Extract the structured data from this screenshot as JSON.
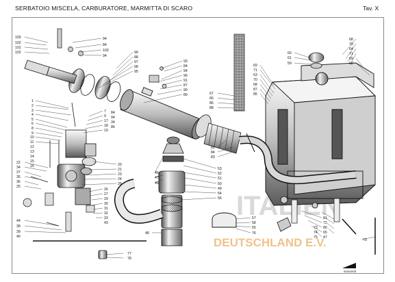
{
  "header": {
    "title": "SERBATOIO MISCELA, CARBURATORE, MARMITTA DI SCARO",
    "plate": "Tav. X"
  },
  "watermark": {
    "line1": "ITALIEN",
    "line2": "DEUTSCHLAND E.V."
  },
  "maker_mark": "innocenti",
  "labels": [
    {
      "id": "l1",
      "text": "100"
    },
    {
      "id": "l2",
      "text": "102"
    },
    {
      "id": "l3",
      "text": "101"
    },
    {
      "id": "l4",
      "text": "102"
    },
    {
      "id": "l5",
      "text": "94"
    },
    {
      "id": "l6",
      "text": "84"
    },
    {
      "id": "l7",
      "text": "103"
    },
    {
      "id": "l8",
      "text": "94"
    },
    {
      "id": "l9",
      "text": "99"
    },
    {
      "id": "l10",
      "text": "88"
    },
    {
      "id": "l11",
      "text": "97"
    },
    {
      "id": "l12",
      "text": "98"
    },
    {
      "id": "l13",
      "text": "95"
    },
    {
      "id": "l14",
      "text": "93"
    },
    {
      "id": "l15",
      "text": "84"
    },
    {
      "id": "l16",
      "text": "94"
    },
    {
      "id": "l17",
      "text": "96"
    },
    {
      "id": "l18",
      "text": "91"
    },
    {
      "id": "l19",
      "text": "87"
    },
    {
      "id": "l20",
      "text": "90"
    },
    {
      "id": "l21",
      "text": "89"
    },
    {
      "id": "l22",
      "text": "1"
    },
    {
      "id": "l23",
      "text": "2"
    },
    {
      "id": "l24",
      "text": "3"
    },
    {
      "id": "l25",
      "text": "4"
    },
    {
      "id": "l26",
      "text": "5"
    },
    {
      "id": "l27",
      "text": "6"
    },
    {
      "id": "l28",
      "text": "8"
    },
    {
      "id": "l29",
      "text": "9"
    },
    {
      "id": "l30",
      "text": "10"
    },
    {
      "id": "l31",
      "text": "11"
    },
    {
      "id": "l32",
      "text": "12"
    },
    {
      "id": "l33",
      "text": "13"
    },
    {
      "id": "l34",
      "text": "14"
    },
    {
      "id": "l35",
      "text": "15"
    },
    {
      "id": "l36",
      "text": "16"
    },
    {
      "id": "l37",
      "text": "7"
    },
    {
      "id": "l38",
      "text": "9"
    },
    {
      "id": "l39",
      "text": "17"
    },
    {
      "id": "l40",
      "text": "18"
    },
    {
      "id": "l41",
      "text": "19"
    },
    {
      "id": "l42",
      "text": "84"
    },
    {
      "id": "l43",
      "text": "94"
    },
    {
      "id": "l44",
      "text": "34"
    },
    {
      "id": "l45",
      "text": "86"
    },
    {
      "id": "l46",
      "text": "22"
    },
    {
      "id": "l47",
      "text": "34"
    },
    {
      "id": "l48",
      "text": "37"
    },
    {
      "id": "l49",
      "text": "35"
    },
    {
      "id": "l50",
      "text": "36"
    },
    {
      "id": "l51",
      "text": "25"
    },
    {
      "id": "l52",
      "text": "20"
    },
    {
      "id": "l53",
      "text": "21"
    },
    {
      "id": "l54",
      "text": "23"
    },
    {
      "id": "l55",
      "text": "24"
    },
    {
      "id": "l56",
      "text": "28"
    },
    {
      "id": "l57",
      "text": "26"
    },
    {
      "id": "l58",
      "text": "27"
    },
    {
      "id": "l59",
      "text": "29"
    },
    {
      "id": "l60",
      "text": "30"
    },
    {
      "id": "l61",
      "text": "31"
    },
    {
      "id": "l62",
      "text": "32"
    },
    {
      "id": "l63",
      "text": "33"
    },
    {
      "id": "l64",
      "text": "43"
    },
    {
      "id": "l65",
      "text": "44"
    },
    {
      "id": "l66",
      "text": "38"
    },
    {
      "id": "l67",
      "text": "39"
    },
    {
      "id": "l68",
      "text": "40"
    },
    {
      "id": "l69",
      "text": "46"
    },
    {
      "id": "l70",
      "text": "47"
    },
    {
      "id": "l71",
      "text": "45"
    },
    {
      "id": "l72",
      "text": "48"
    },
    {
      "id": "l73",
      "text": "53"
    },
    {
      "id": "l74",
      "text": "52"
    },
    {
      "id": "l75",
      "text": "51"
    },
    {
      "id": "l76",
      "text": "50"
    },
    {
      "id": "l77",
      "text": "49"
    },
    {
      "id": "l78",
      "text": "54"
    },
    {
      "id": "l79",
      "text": "56"
    },
    {
      "id": "l80",
      "text": "57"
    },
    {
      "id": "l81",
      "text": "58"
    },
    {
      "id": "l82",
      "text": "55"
    },
    {
      "id": "l83",
      "text": "76"
    },
    {
      "id": "l84",
      "text": "77"
    },
    {
      "id": "l85",
      "text": "78"
    },
    {
      "id": "l86",
      "text": "82"
    },
    {
      "id": "l87",
      "text": "84"
    },
    {
      "id": "l88",
      "text": "83"
    },
    {
      "id": "l89",
      "text": "67"
    },
    {
      "id": "l90",
      "text": "66"
    },
    {
      "id": "l91",
      "text": "86"
    },
    {
      "id": "l92",
      "text": "88"
    },
    {
      "id": "l93",
      "text": "69"
    },
    {
      "id": "l94",
      "text": "71"
    },
    {
      "id": "l95",
      "text": "63"
    },
    {
      "id": "l96",
      "text": "70"
    },
    {
      "id": "l97",
      "text": "68"
    },
    {
      "id": "l98",
      "text": "87"
    },
    {
      "id": "l99",
      "text": "85"
    },
    {
      "id": "l100",
      "text": "60"
    },
    {
      "id": "l101",
      "text": "61"
    },
    {
      "id": "l102",
      "text": "59"
    },
    {
      "id": "l103",
      "text": "68"
    },
    {
      "id": "l104",
      "text": "70"
    },
    {
      "id": "l105",
      "text": "64"
    },
    {
      "id": "l106",
      "text": "71"
    },
    {
      "id": "l107",
      "text": "69"
    },
    {
      "id": "l108",
      "text": "62"
    },
    {
      "id": "l109",
      "text": "81"
    },
    {
      "id": "l110",
      "text": "72"
    },
    {
      "id": "l111",
      "text": "80"
    },
    {
      "id": "l112",
      "text": "65"
    },
    {
      "id": "l113",
      "text": "47"
    },
    {
      "id": "l114",
      "text": "73"
    },
    {
      "id": "l115",
      "text": "74"
    },
    {
      "id": "l116",
      "text": "75"
    },
    {
      "id": "l117",
      "text": "79"
    }
  ]
}
